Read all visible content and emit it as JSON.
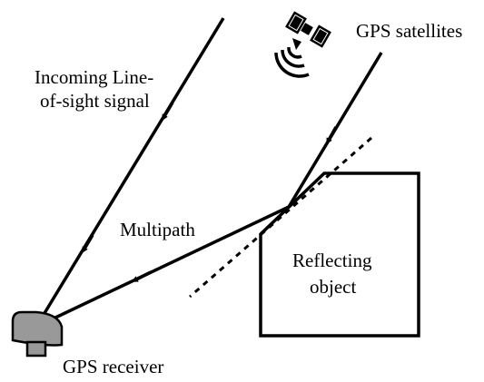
{
  "labels": {
    "incoming_line1": "Incoming Line-",
    "incoming_line2": "of-sight signal",
    "gps_satellites": "GPS satellites",
    "multipath": "Multipath",
    "reflecting_line1": "Reflecting",
    "reflecting_line2": "object",
    "gps_receiver": "GPS receiver"
  },
  "icons": {
    "satellite": "satellite-icon",
    "receiver": "gps-receiver-icon"
  },
  "colors": {
    "stroke": "#000000",
    "receiver_fill": "#999999",
    "background": "#ffffff"
  }
}
